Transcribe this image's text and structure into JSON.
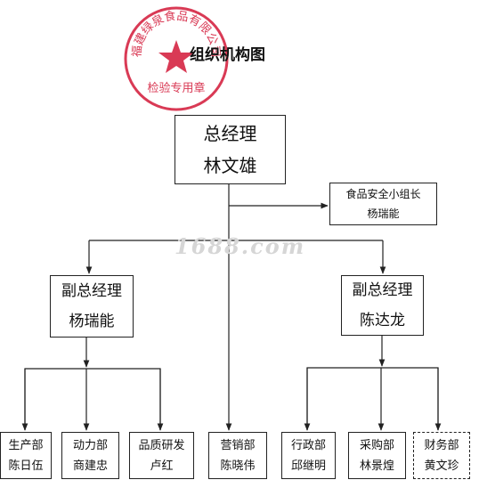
{
  "title": "组织机构图",
  "seal": {
    "text": "福建绿泉食品有限公司",
    "sub_text": "检验专用章",
    "color": "#d93a55"
  },
  "watermark": "1688.com",
  "top": {
    "role": "总经理",
    "person": "林文雄"
  },
  "food_safety": {
    "role": "食品安全小组长",
    "person": "杨瑞能"
  },
  "vice_left": {
    "role": "副总经理",
    "person": "杨瑞能"
  },
  "vice_right": {
    "role": "副总经理",
    "person": "陈达龙"
  },
  "departments": [
    {
      "name": "生产部",
      "person": "陈日伍"
    },
    {
      "name": "动力部",
      "person": "商建忠"
    },
    {
      "name": "品质研发",
      "person": "卢红"
    },
    {
      "name": "营销部",
      "person": "陈晓伟"
    },
    {
      "name": "行政部",
      "person": "邱继明"
    },
    {
      "name": "采购部",
      "person": "林景煌"
    },
    {
      "name": "财务部",
      "person": "黄文珍"
    }
  ]
}
